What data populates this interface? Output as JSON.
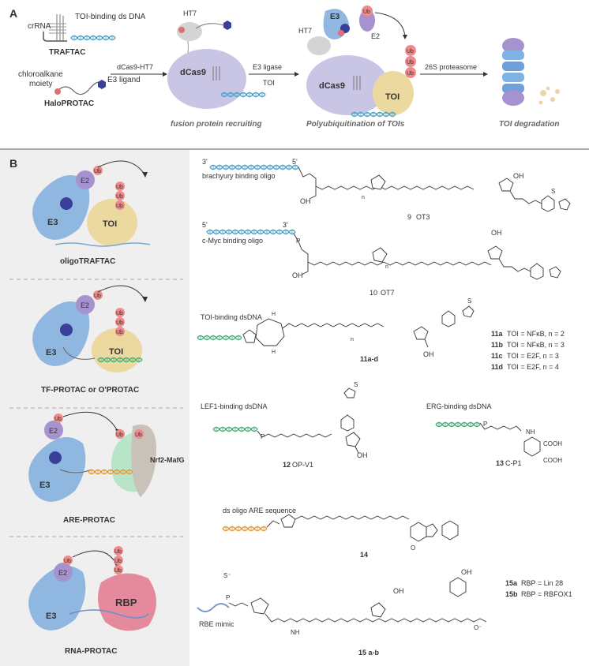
{
  "panel_a": {
    "label": "A",
    "crrna": "crRNA",
    "toi_binding_dsdna": "TOI-binding ds DNA",
    "traftac": "TRAFTAC",
    "chloroalkane": "chloroalkane",
    "moiety": "moiety",
    "e3_ligand": "E3 ligand",
    "haloprotac": "HaloPROTAC",
    "arrow1": "dCas9-HT7",
    "ht7": "HT7",
    "dcas9": "dCas9",
    "caption1": "fusion protein recruiting",
    "arrow2_top": "E3 ligase",
    "arrow2_bottom": "TOI",
    "e3": "E3",
    "e2": "E2",
    "ub": "Ub",
    "toi": "TOI",
    "caption2": "Polyubiquitination of TOIs",
    "arrow3": "26S proteasome",
    "caption3": "TOI degradation"
  },
  "panel_b": {
    "label": "B",
    "e2": "E2",
    "e3": "E3",
    "ub": "Ub",
    "toi": "TOI",
    "rbp": "RBP",
    "nrf2": "Nrf2-MafG",
    "sections": [
      {
        "title": "oligoTRAFTAC"
      },
      {
        "title": "TF-PROTAC or O'PROTAC"
      },
      {
        "title": "ARE-PROTAC"
      },
      {
        "title": "RNA-PROTAC"
      }
    ],
    "compounds": {
      "ot3": {
        "num": "9",
        "name": "OT3",
        "oligo": "brachyury binding oligo",
        "end3": "3'",
        "end5": "5'"
      },
      "ot7": {
        "num": "10",
        "name": "OT7",
        "oligo": "c-Myc binding oligo",
        "end5": "5'",
        "end3": "3'"
      },
      "c11": {
        "num": "11a-d",
        "oligo": "TOI-binding dsDNA",
        "list": [
          {
            "id": "11a",
            "text": "TOI = NFκB, n = 2"
          },
          {
            "id": "11b",
            "text": "TOI = NFκB, n = 3"
          },
          {
            "id": "11c",
            "text": "TOI = E2F, n = 3"
          },
          {
            "id": "11d",
            "text": "TOI = E2F, n = 4"
          }
        ]
      },
      "c12": {
        "num": "12",
        "name": "OP-V1",
        "oligo": "LEF1-binding dsDNA"
      },
      "c13": {
        "num": "13",
        "name": "C-P1",
        "oligo": "ERG-binding dsDNA"
      },
      "c14": {
        "num": "14",
        "oligo": "ds oligo ARE sequence"
      },
      "c15": {
        "num": "15 a-b",
        "oligo": "RBE mimic",
        "list": [
          {
            "id": "15a",
            "text": "RBP = Lin 28"
          },
          {
            "id": "15b",
            "text": "RBP = RBFOX1"
          }
        ]
      }
    },
    "atoms": {
      "oh": "OH",
      "o": "O",
      "n": "N",
      "s": "S",
      "p": "P",
      "h": "H",
      "cooh": "COOH",
      "nh2": "NH",
      "nh": "NH",
      "ominus": "O⁻",
      "sminus": "S⁻",
      "nsub": "n"
    }
  },
  "colors": {
    "dna_blue": "#4aa3c8",
    "dna_green": "#4caf7a",
    "dna_orange": "#e39a3a",
    "protein_blue": "#8fb7e0",
    "e3_dark": "#3a3f9a",
    "toi_yellow": "#ecd9a0",
    "rbp_pink": "#e58a9c",
    "ub_pink": "#f08a8a",
    "e2_purple": "#a592cf",
    "panel_bg": "#efefef"
  }
}
